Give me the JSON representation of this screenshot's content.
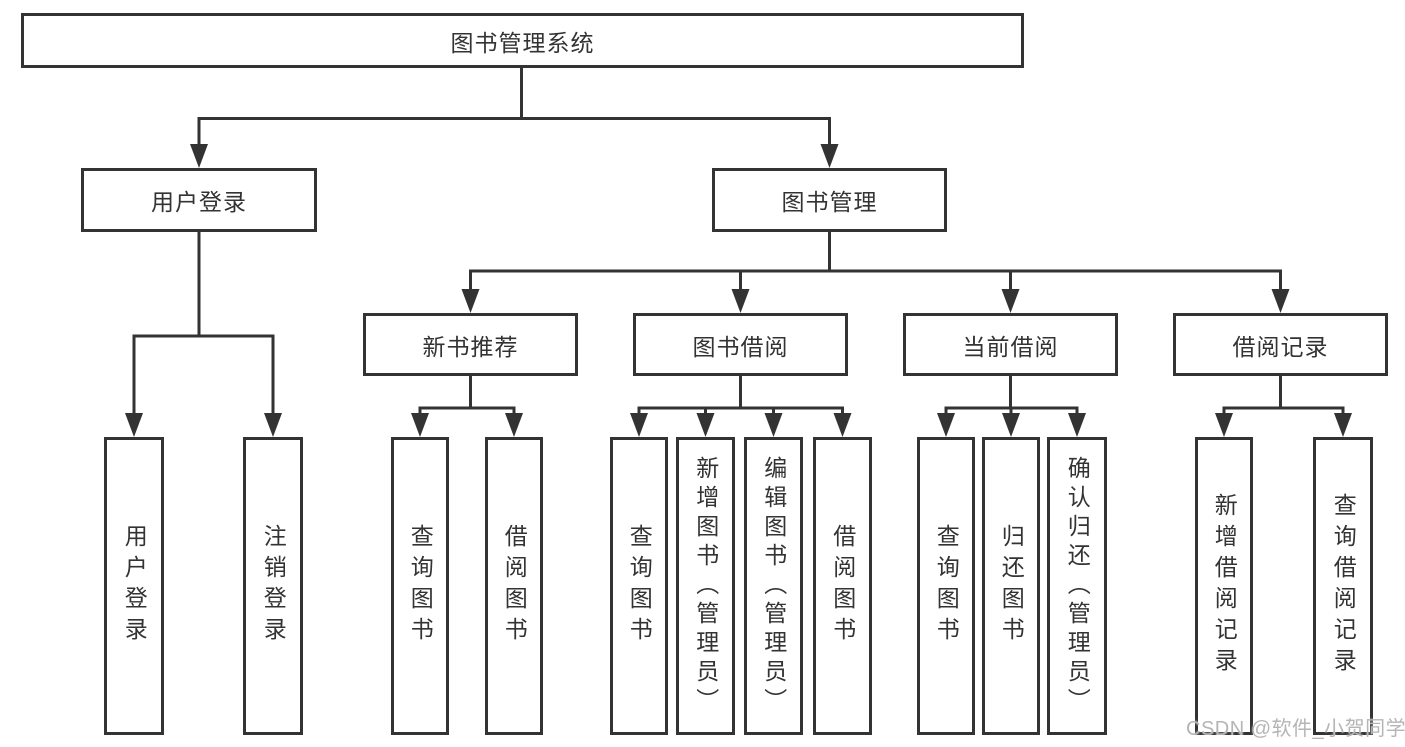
{
  "diagram": {
    "root": {
      "label": "图书管理系统"
    },
    "level2": [
      {
        "label": "用户登录",
        "children": [
          {
            "label": "用户登录"
          },
          {
            "label": "注销登录"
          }
        ]
      },
      {
        "label": "图书管理",
        "children": [
          {
            "label": "新书推荐",
            "children": [
              {
                "label": "查询图书"
              },
              {
                "label": "借阅图书"
              }
            ]
          },
          {
            "label": "图书借阅",
            "children": [
              {
                "label": "查询图书"
              },
              {
                "label": "新增图书（管理员）"
              },
              {
                "label": "编辑图书（管理员）"
              },
              {
                "label": "借阅图书"
              }
            ]
          },
          {
            "label": "当前借阅",
            "children": [
              {
                "label": "查询图书"
              },
              {
                "label": "归还图书"
              },
              {
                "label": "确认归还（管理员）"
              }
            ]
          },
          {
            "label": "借阅记录",
            "children": [
              {
                "label": "新增借阅记录"
              },
              {
                "label": "查询借阅记录"
              }
            ]
          }
        ]
      }
    ]
  },
  "watermark": {
    "text": "CSDN @软件_小贺同学"
  },
  "colors": {
    "line": "#333333",
    "text": "#333333",
    "watermark": "#b5b5b5",
    "background": "#ffffff"
  }
}
